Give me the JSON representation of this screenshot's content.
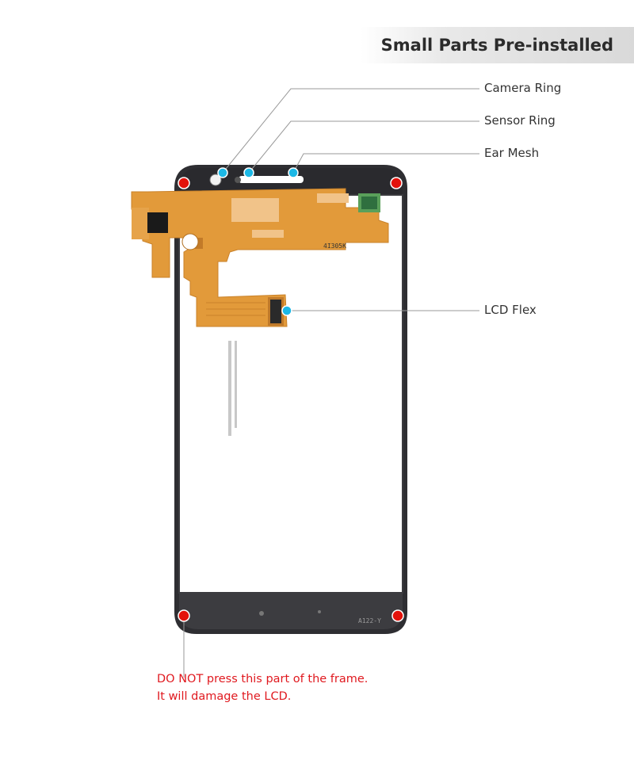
{
  "banner": {
    "title": "Small Parts Pre-installed"
  },
  "callouts": [
    {
      "label": "Camera Ring"
    },
    {
      "label": "Sensor Ring"
    },
    {
      "label": "Ear Mesh"
    },
    {
      "label": "LCD Flex"
    }
  ],
  "warning": {
    "line1": "DO NOT press this part of the frame.",
    "line2": "It will damage the LCD."
  },
  "flex_print": {
    "code": "4I305K"
  },
  "bottom_print": {
    "code": "A122-Y"
  },
  "colors": {
    "warning_red": "#e0191f",
    "marker_red": "#e3120b",
    "marker_cyan": "#1cb8e6",
    "frame": "#2e2e32",
    "flex": "#e29a3a",
    "leader": "#9a9a9a"
  }
}
